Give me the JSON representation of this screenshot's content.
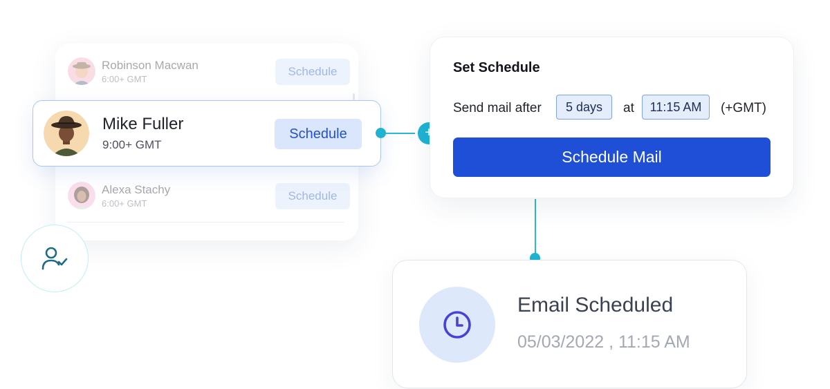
{
  "contacts": [
    {
      "name": "Robinson Macwan",
      "timezone": "6:00+ GMT",
      "action": "Schedule",
      "avatar": "avatar-robinson"
    },
    {
      "name": "Mike Fuller",
      "timezone": "9:00+ GMT",
      "action": "Schedule",
      "avatar": "avatar-mike",
      "selected": true
    },
    {
      "name": "Alexa Stachy",
      "timezone": "6:00+ GMT",
      "action": "Schedule",
      "avatar": "avatar-alexa"
    }
  ],
  "connector": {
    "icon": "plus-icon",
    "symbol": "+"
  },
  "user_badge": {
    "icon": "user-check-icon"
  },
  "schedule_panel": {
    "title": "Set Schedule",
    "prefix": "Send mail after",
    "delay": "5 days",
    "at_label": "at",
    "time": "11:15 AM",
    "timezone": "(+GMT)",
    "button_label": "Schedule Mail"
  },
  "confirmation": {
    "icon": "clock-icon",
    "title": "Email Scheduled",
    "datetime": "05/03/2022 , 11:15 AM"
  },
  "colors": {
    "accent": "#1f4fd6",
    "teal": "#1fb3d2",
    "chip_bg": "#e4edfc",
    "schedule_btn_bg": "#d9e6fb"
  }
}
